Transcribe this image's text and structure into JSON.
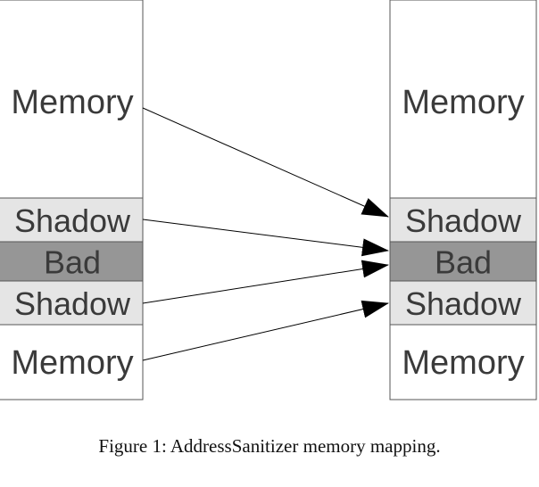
{
  "diagram": {
    "left_column": {
      "blocks": [
        {
          "label": "Memory",
          "kind": "memory"
        },
        {
          "label": "Shadow",
          "kind": "shadow"
        },
        {
          "label": "Bad",
          "kind": "bad"
        },
        {
          "label": "Shadow",
          "kind": "shadow"
        },
        {
          "label": "Memory",
          "kind": "memory"
        }
      ]
    },
    "right_column": {
      "blocks": [
        {
          "label": "Memory",
          "kind": "memory"
        },
        {
          "label": "Shadow",
          "kind": "shadow"
        },
        {
          "label": "Bad",
          "kind": "bad"
        },
        {
          "label": "Shadow",
          "kind": "shadow"
        },
        {
          "label": "Memory",
          "kind": "memory"
        }
      ]
    },
    "arrows": [
      {
        "from": "left_column.blocks.0",
        "to": "right_column.blocks.1"
      },
      {
        "from": "left_column.blocks.1",
        "to": "right_column.blocks.2"
      },
      {
        "from": "left_column.blocks.3",
        "to": "right_column.blocks.2"
      },
      {
        "from": "left_column.blocks.4",
        "to": "right_column.blocks.3"
      }
    ],
    "colors": {
      "memory": "#ffffff",
      "shadow": "#e5e5e5",
      "bad": "#969696",
      "border": "#555555",
      "text": "#3a3a3a",
      "arrow": "#000000"
    }
  },
  "caption": "Figure 1: AddressSanitizer memory mapping."
}
